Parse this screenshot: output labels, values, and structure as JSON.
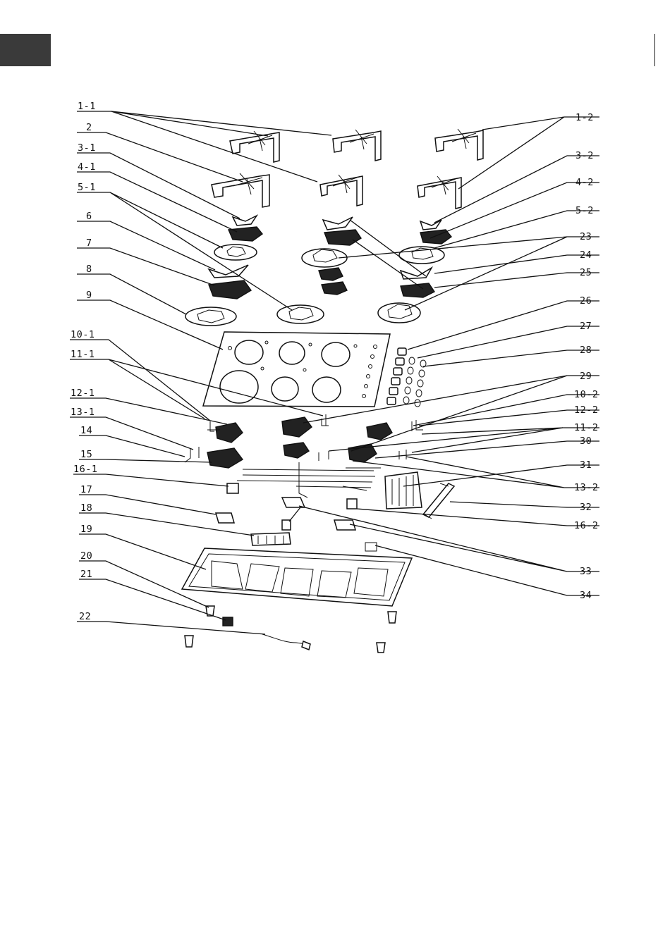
{
  "parts": [
    {
      "id": "1-1",
      "label": "1-1"
    },
    {
      "id": "2",
      "label": "2"
    },
    {
      "id": "3-1",
      "label": "3-1"
    },
    {
      "id": "4-1",
      "label": "4-1"
    },
    {
      "id": "5-1",
      "label": "5-1"
    },
    {
      "id": "6",
      "label": "6"
    },
    {
      "id": "7",
      "label": "7"
    },
    {
      "id": "8",
      "label": "8"
    },
    {
      "id": "9",
      "label": "9"
    },
    {
      "id": "10-1",
      "label": "10-1"
    },
    {
      "id": "11-1",
      "label": "11-1"
    },
    {
      "id": "12-1",
      "label": "12-1"
    },
    {
      "id": "13-1",
      "label": "13-1"
    },
    {
      "id": "14",
      "label": "14"
    },
    {
      "id": "15",
      "label": "15"
    },
    {
      "id": "16-1",
      "label": "16-1"
    },
    {
      "id": "17",
      "label": "17"
    },
    {
      "id": "18",
      "label": "18"
    },
    {
      "id": "19",
      "label": "19"
    },
    {
      "id": "20",
      "label": "20"
    },
    {
      "id": "21",
      "label": "21"
    },
    {
      "id": "22",
      "label": "22"
    },
    {
      "id": "1-2",
      "label": "1-2"
    },
    {
      "id": "3-2",
      "label": "3-2"
    },
    {
      "id": "4-2",
      "label": "4-2"
    },
    {
      "id": "5-2",
      "label": "5-2"
    },
    {
      "id": "23",
      "label": "23"
    },
    {
      "id": "24",
      "label": "24"
    },
    {
      "id": "25",
      "label": "25"
    },
    {
      "id": "26",
      "label": "26"
    },
    {
      "id": "27",
      "label": "27"
    },
    {
      "id": "28",
      "label": "28"
    },
    {
      "id": "29",
      "label": "29"
    },
    {
      "id": "10-2",
      "label": "10-2"
    },
    {
      "id": "12-2",
      "label": "12-2"
    },
    {
      "id": "11-2",
      "label": "11-2"
    },
    {
      "id": "30",
      "label": "30"
    },
    {
      "id": "31",
      "label": "31"
    },
    {
      "id": "13-2",
      "label": "13-2"
    },
    {
      "id": "32",
      "label": "32"
    },
    {
      "id": "16-2",
      "label": "16-2"
    },
    {
      "id": "33",
      "label": "33"
    },
    {
      "id": "34",
      "label": "34"
    }
  ]
}
